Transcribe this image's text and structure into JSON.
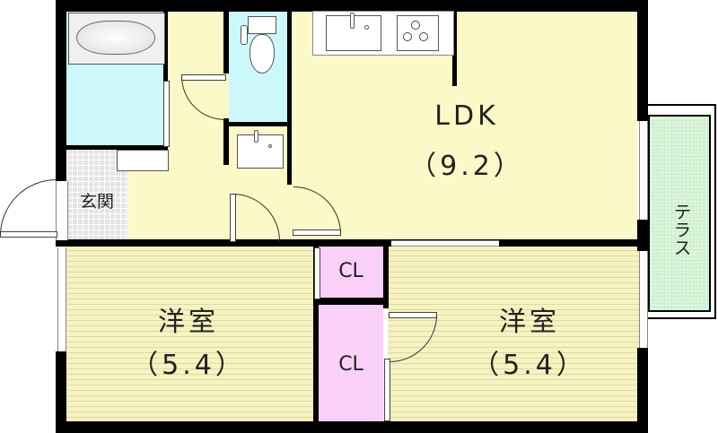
{
  "floor_plan": {
    "rooms": {
      "ldk": {
        "name": "LDK",
        "size": "（9.2）"
      },
      "western_room_left": {
        "name": "洋室",
        "size": "（5.4）"
      },
      "western_room_right": {
        "name": "洋室",
        "size": "（5.4）"
      },
      "closet_top": {
        "name": "CL"
      },
      "closet_bottom": {
        "name": "CL"
      },
      "entrance": {
        "name": "玄関"
      },
      "terrace": {
        "name": "テラス"
      }
    },
    "fixtures": [
      "bathtub-icon",
      "toilet-icon",
      "washbasin-icon",
      "kitchen-sink-icon",
      "gas-stove-icon"
    ],
    "colors": {
      "living_floor": "#fbf9c8",
      "wet_area": "#ccf8fb",
      "closet": "#fbd0f8",
      "terrace": "#dcf8dc",
      "walls": "#000000"
    }
  }
}
